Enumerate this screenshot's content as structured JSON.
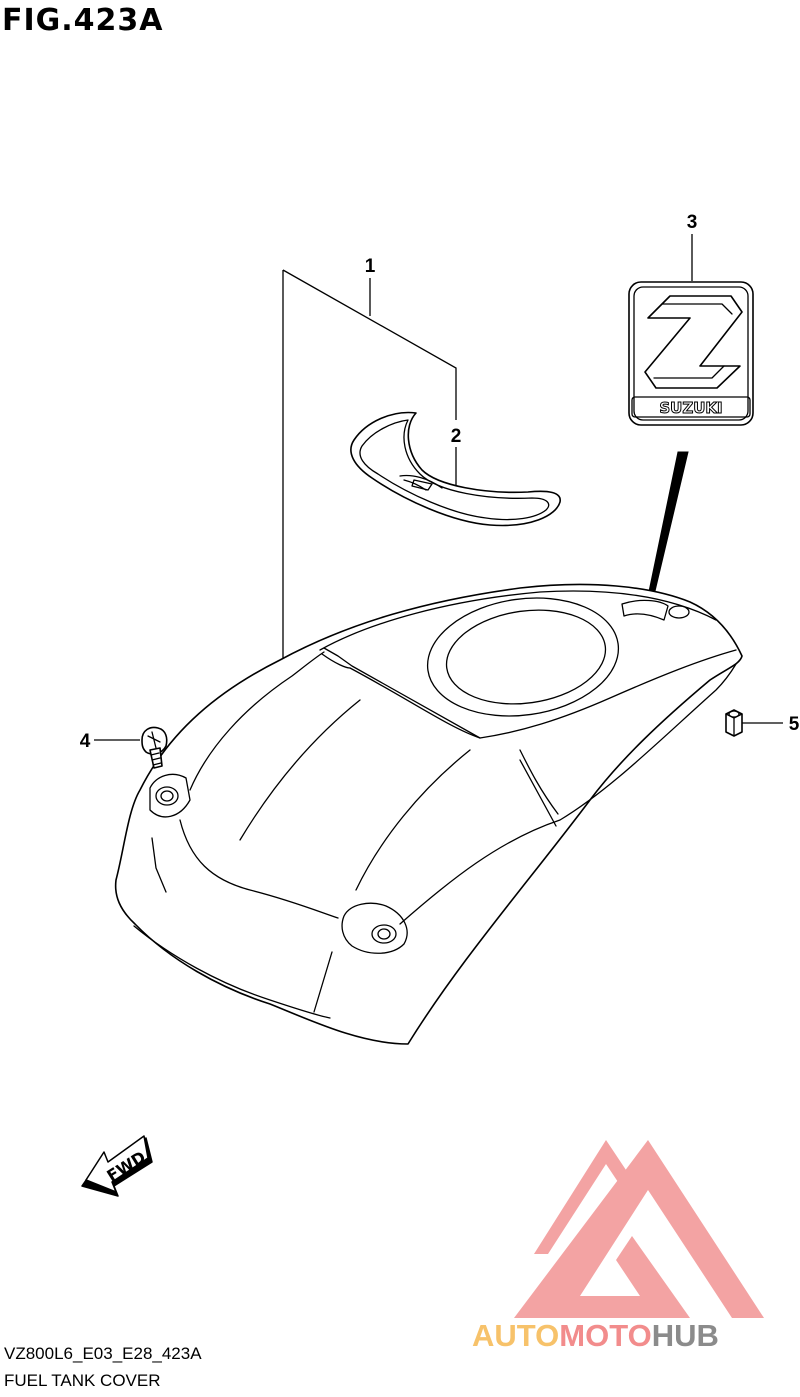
{
  "figure": {
    "title": "FIG.423A",
    "code": "VZ800L6_E03_E28_423A",
    "caption": "FUEL TANK COVER"
  },
  "callouts": [
    {
      "number": "1",
      "part": "fuel tank cover assembly"
    },
    {
      "number": "2",
      "part": "cover pad"
    },
    {
      "number": "3",
      "part": "emblem"
    },
    {
      "number": "4",
      "part": "screw"
    },
    {
      "number": "5",
      "part": "nut"
    }
  ],
  "emblem": {
    "text": "SUZUKI"
  },
  "direction_arrow": {
    "label": "FWD"
  },
  "watermark": {
    "part1": "AUTO",
    "part2": "MOTO",
    "part3": "HUB",
    "colors": {
      "triangle": "#f3a3a3",
      "auto": "#f7c26a",
      "moto": "#f28c8c",
      "hub": "#8b8b8b"
    }
  }
}
